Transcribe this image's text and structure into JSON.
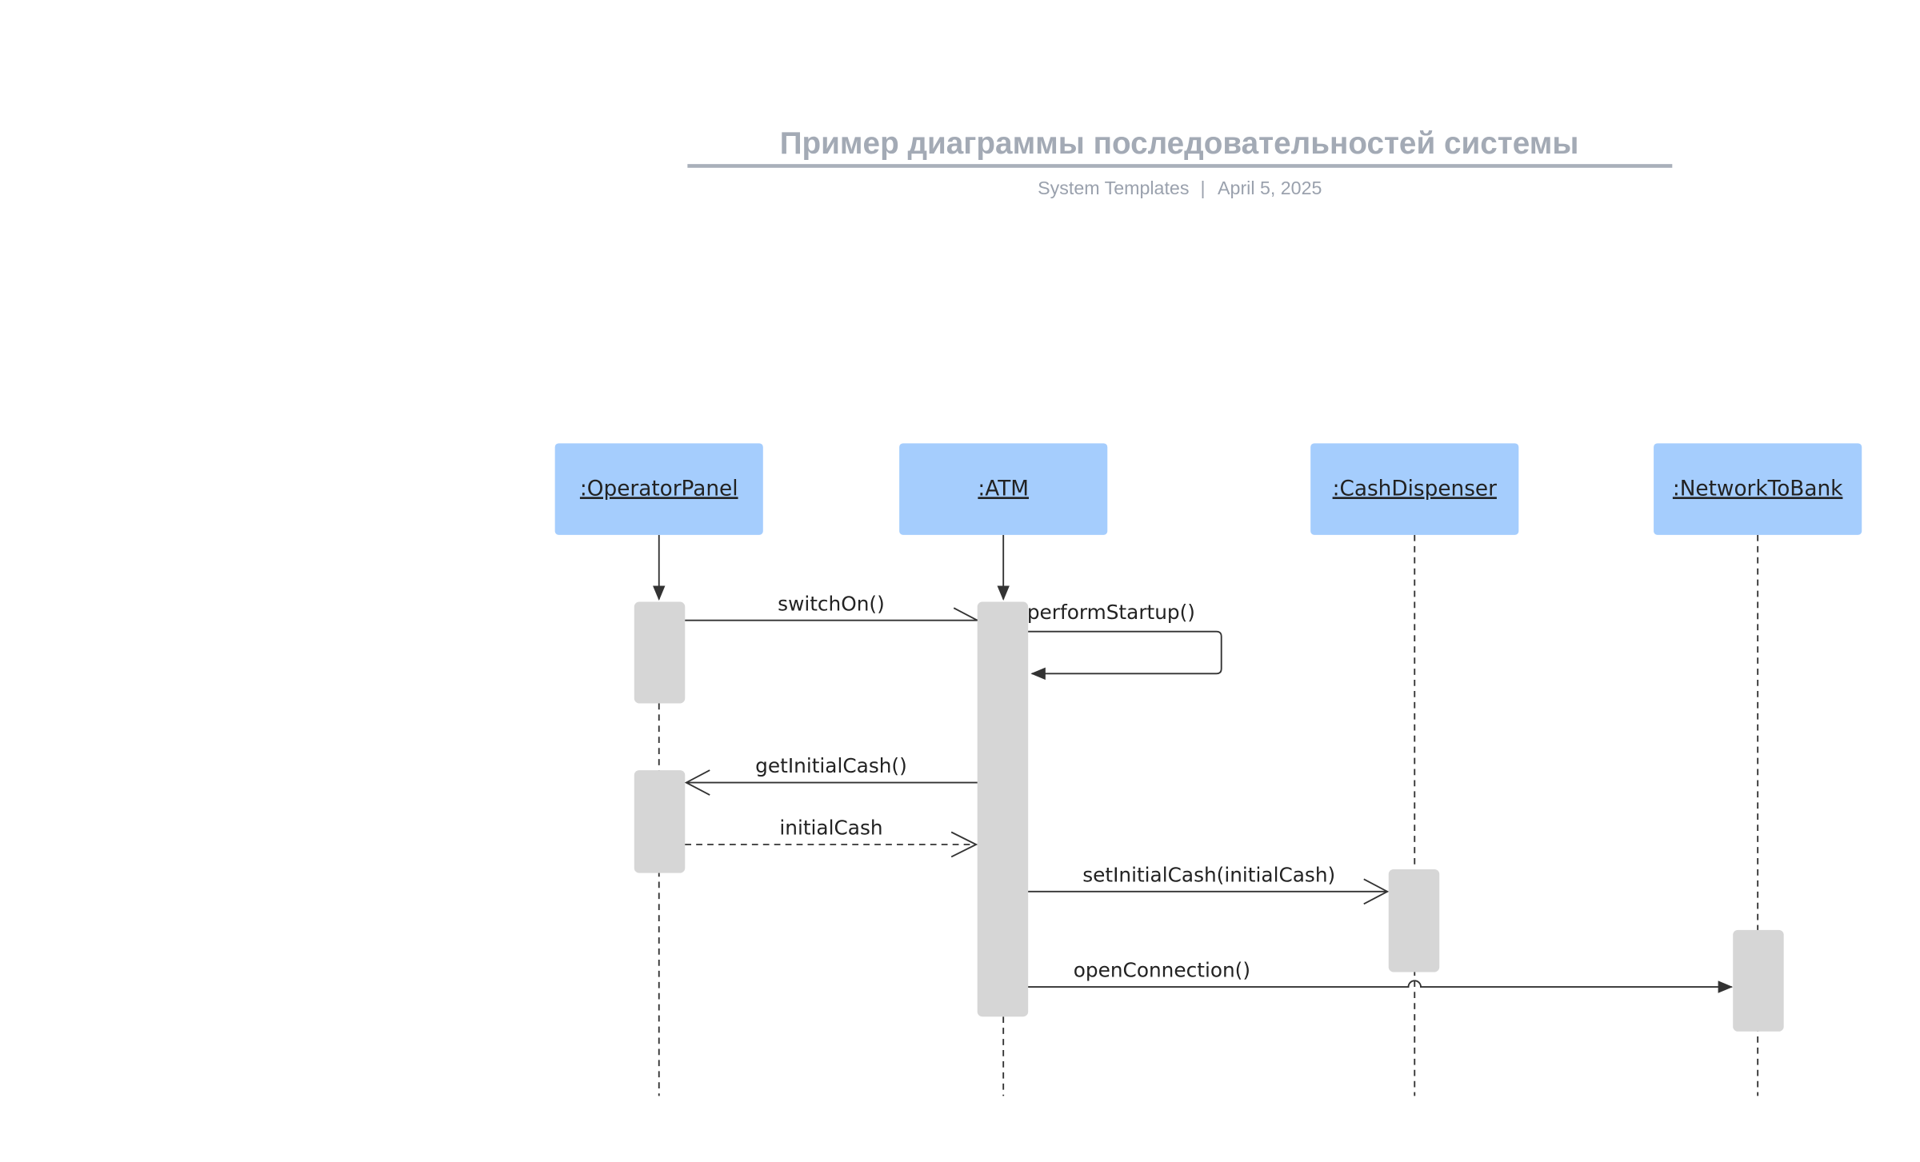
{
  "header": {
    "title": "Пример диаграммы последовательностей системы",
    "source": "System Templates",
    "separator": "|",
    "date": "April 5, 2025"
  },
  "lifelines": [
    {
      "label": ":OperatorPanel"
    },
    {
      "label": ":ATM"
    },
    {
      "label": ":CashDispenser"
    },
    {
      "label": ":NetworkToBank"
    }
  ],
  "messages": [
    {
      "label": "switchOn()",
      "from": ":OperatorPanel",
      "to": ":ATM",
      "type": "async"
    },
    {
      "label": "performStartup()",
      "from": ":ATM",
      "to": ":ATM",
      "type": "sync-self"
    },
    {
      "label": "getInitialCash()",
      "from": ":ATM",
      "to": ":OperatorPanel",
      "type": "async"
    },
    {
      "label": "initialCash",
      "from": ":OperatorPanel",
      "to": ":ATM",
      "type": "return"
    },
    {
      "label": "setInitialCash(initialCash)",
      "from": ":ATM",
      "to": ":CashDispenser",
      "type": "async"
    },
    {
      "label": "openConnection()",
      "from": ":ATM",
      "to": ":NetworkToBank",
      "type": "sync"
    }
  ],
  "colors": {
    "object_fill": "#a5cdfd",
    "activation_fill": "#d6d6d6",
    "title": "#a3aab5"
  }
}
